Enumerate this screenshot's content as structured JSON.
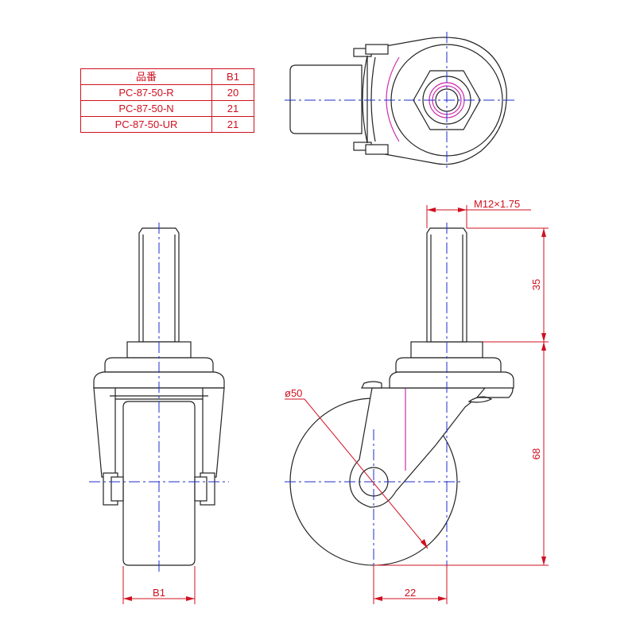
{
  "table": {
    "header": {
      "part_no": "品番",
      "b1": "B1"
    },
    "rows": [
      {
        "part_no": "PC-87-50-R",
        "b1": "20"
      },
      {
        "part_no": "PC-87-50-N",
        "b1": "21"
      },
      {
        "part_no": "PC-87-50-UR",
        "b1": "21"
      }
    ]
  },
  "dimensions": {
    "thread": "M12×1.75",
    "stem_length": "35",
    "height": "68",
    "wheel_diameter": "ø50",
    "width": "B1",
    "offset": "22"
  },
  "colors": {
    "outline": "#222222",
    "centerline": "#1c2ccc",
    "dimension": "#d01020",
    "hidden": "#cc2fb0"
  }
}
